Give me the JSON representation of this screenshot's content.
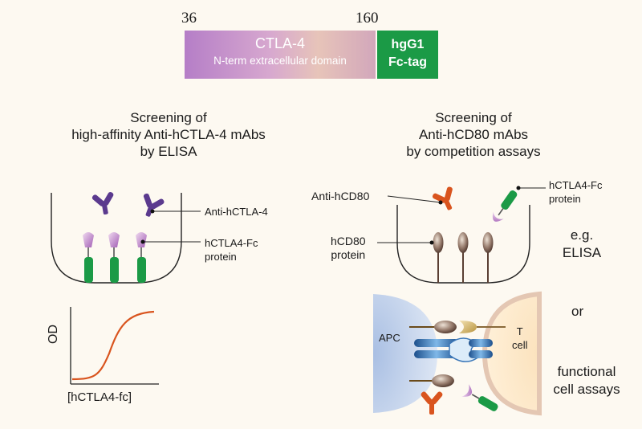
{
  "domain_bar": {
    "start": "36",
    "end": "160",
    "name": "CTLA-4",
    "sub": "N-term extracellular domain",
    "tag_line1": "hgG1",
    "tag_line2": "Fc-tag"
  },
  "left_panel": {
    "title_line1": "Screening of",
    "title_line2": "high-affinity Anti-hCTLA-4 mAbs",
    "title_line3": "by ELISA",
    "label_antibody": "Anti-hCTLA-4",
    "label_protein_line1": "hCTLA4-Fc",
    "label_protein_line2": "protein"
  },
  "curve": {
    "ylabel": "OD",
    "xlabel": "[hCTLA4-fc]"
  },
  "right_panel": {
    "title_line1": "Screening of",
    "title_line2": "Anti-hCD80 mAbs",
    "title_line3": "by competition assays",
    "label_antibody": "Anti-hCD80",
    "label_fc_line1": "hCTLA4-Fc",
    "label_fc_line2": "protein",
    "label_cd80_line1": "hCD80",
    "label_cd80_line2": "protein",
    "eg_line1": "e.g.",
    "eg_line2": "ELISA",
    "or": "or",
    "functional_line1": "functional",
    "functional_line2": "cell assays"
  },
  "cells": {
    "apc": "APC",
    "t_line1": "T",
    "t_line2": "cell"
  },
  "colors": {
    "anti_ctla4": "#5b3a8e",
    "anti_cd80": "#d9541e",
    "fc_green": "#1b9a46",
    "ctla4_lilac": "#b57ec7",
    "cd80_brown": "#5a3f33",
    "curve": "#d9541e"
  }
}
